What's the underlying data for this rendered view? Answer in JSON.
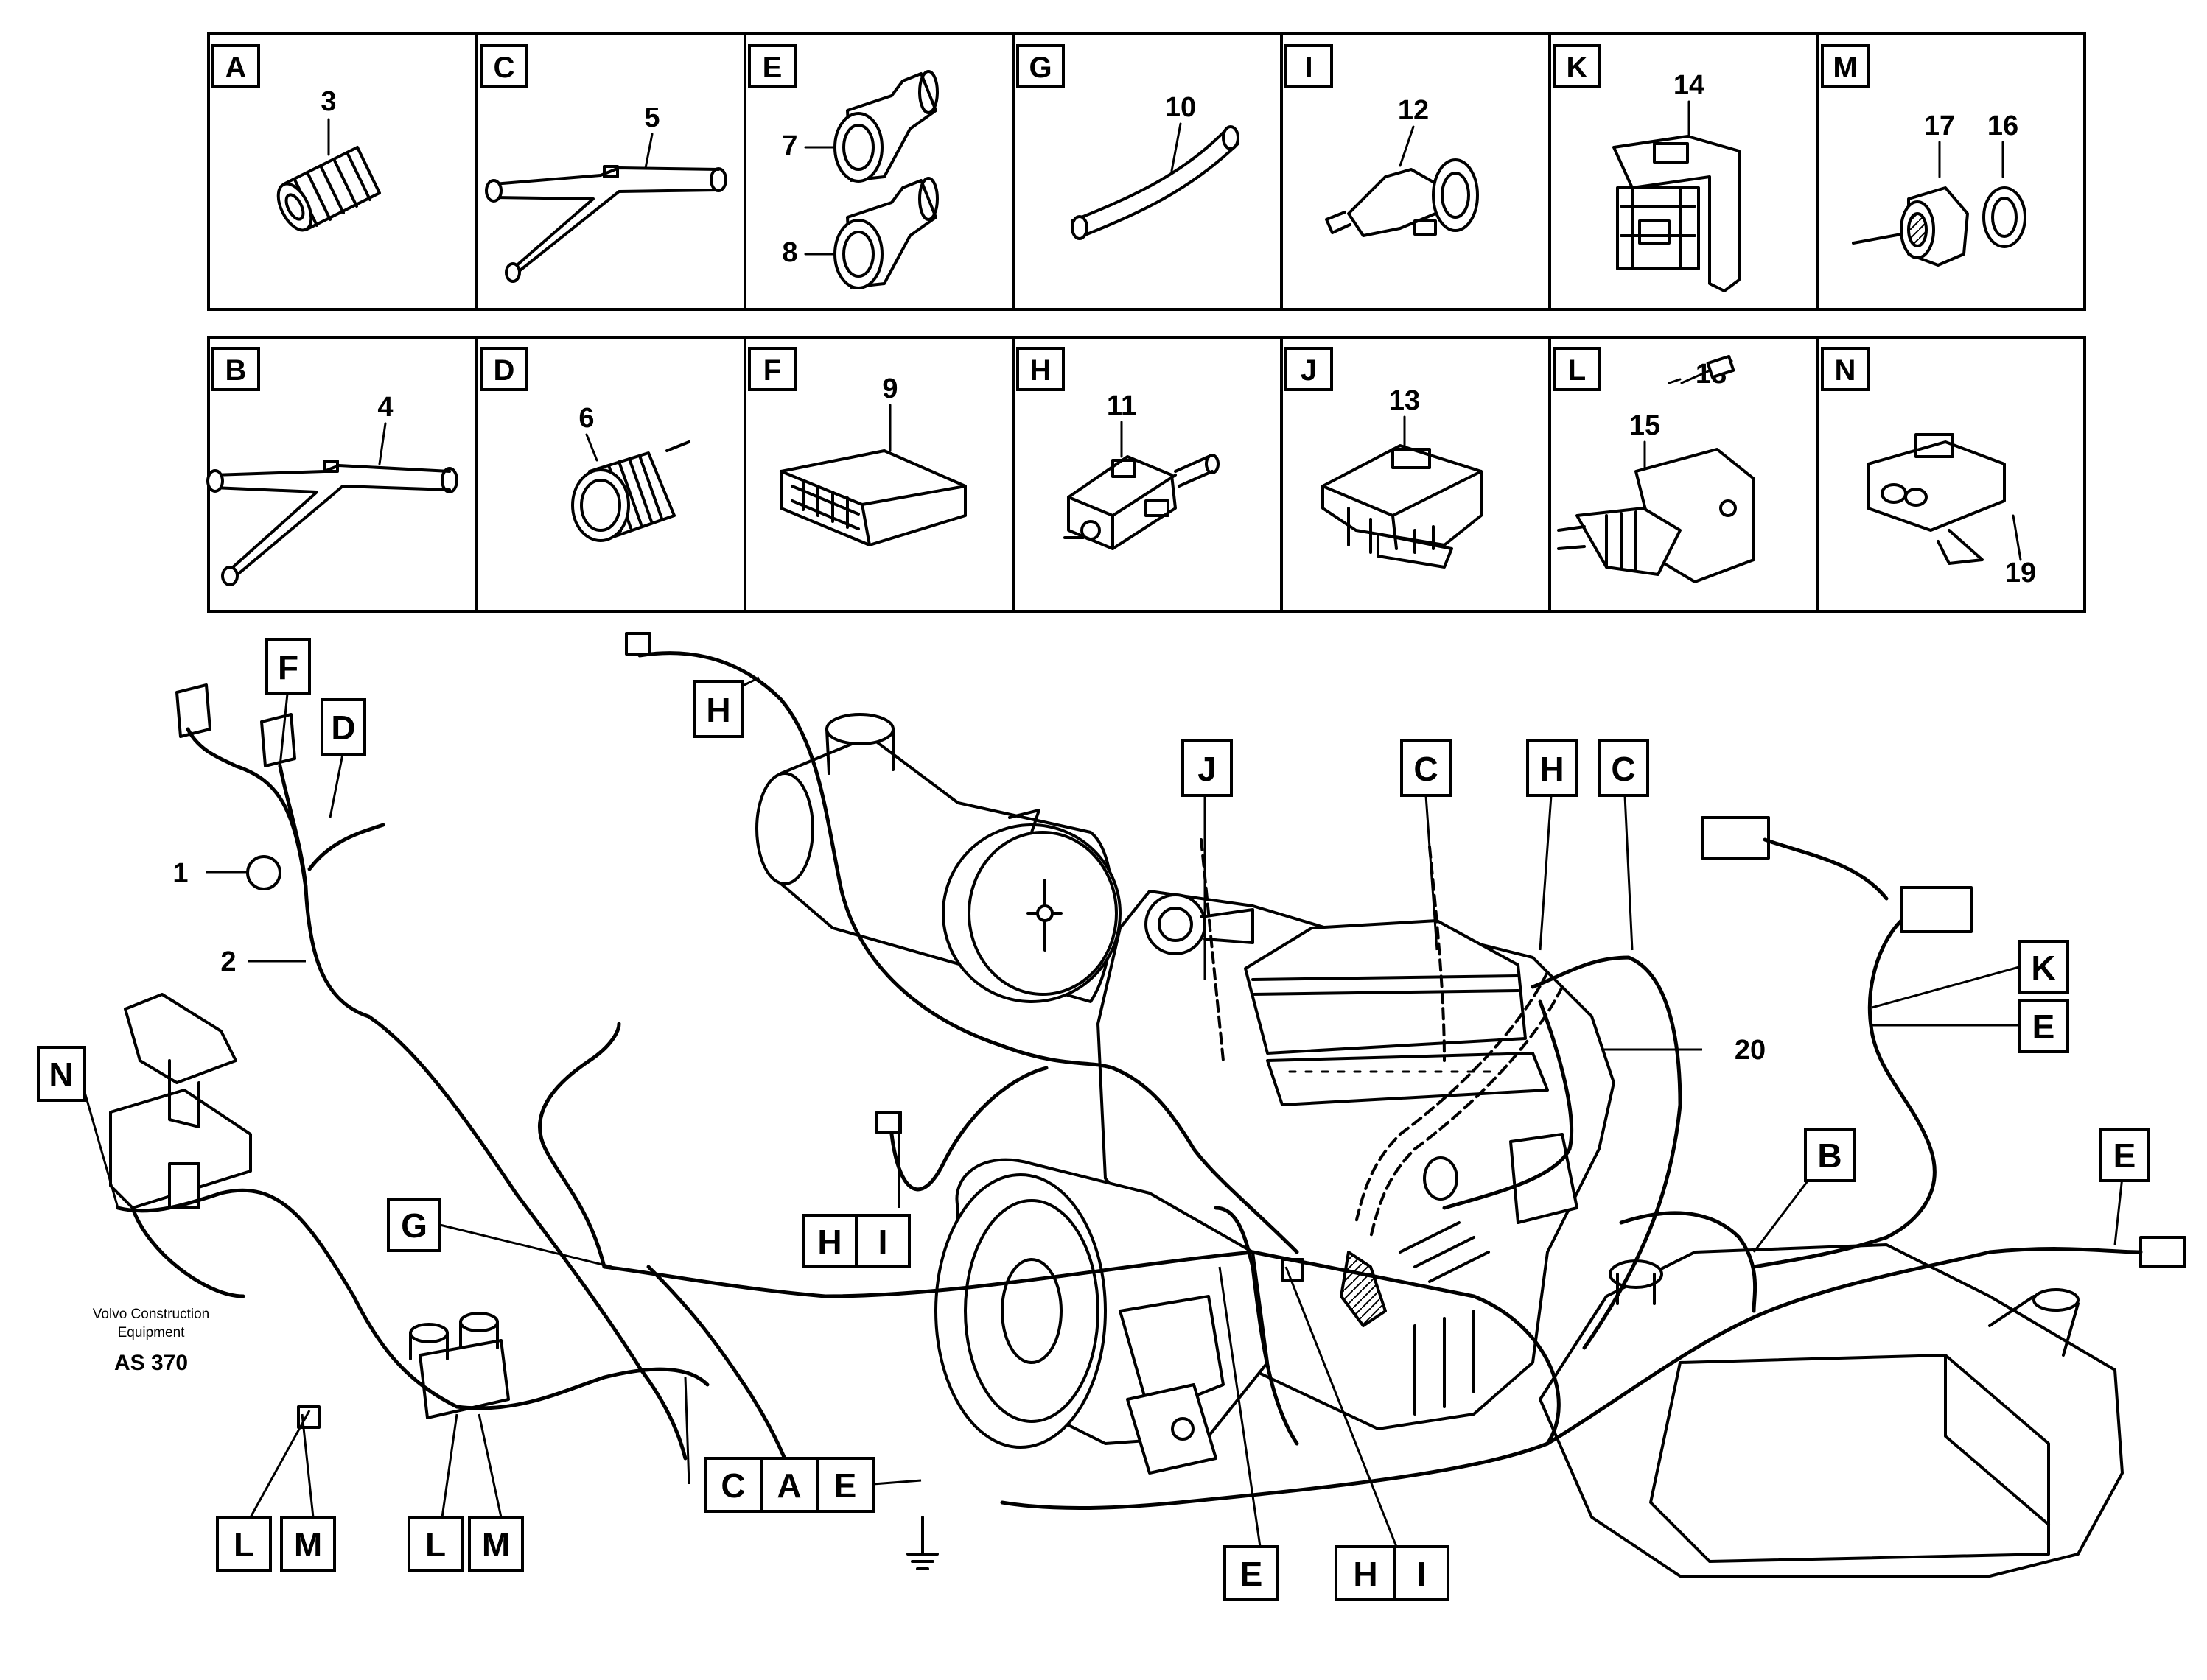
{
  "detail_panels": {
    "top_row": [
      {
        "letter": "A",
        "numbers": [
          "3"
        ]
      },
      {
        "letter": "C",
        "numbers": [
          "5"
        ]
      },
      {
        "letter": "E",
        "numbers": [
          "7",
          "8"
        ]
      },
      {
        "letter": "G",
        "numbers": [
          "10"
        ]
      },
      {
        "letter": "I",
        "numbers": [
          "12"
        ]
      },
      {
        "letter": "K",
        "numbers": [
          "14"
        ]
      },
      {
        "letter": "M",
        "numbers": [
          "17",
          "16"
        ]
      }
    ],
    "bottom_row": [
      {
        "letter": "B",
        "numbers": [
          "4"
        ]
      },
      {
        "letter": "D",
        "numbers": [
          "6"
        ]
      },
      {
        "letter": "F",
        "numbers": [
          "9"
        ]
      },
      {
        "letter": "H",
        "numbers": [
          "11"
        ]
      },
      {
        "letter": "J",
        "numbers": [
          "13"
        ]
      },
      {
        "letter": "L",
        "numbers": [
          "18",
          "15"
        ]
      },
      {
        "letter": "N",
        "numbers": [
          "19"
        ]
      }
    ]
  },
  "callouts": {
    "F": "F",
    "D": "D",
    "H_top": "H",
    "J": "J",
    "C_mid": "C",
    "H_right": "H",
    "C_right": "C",
    "N": "N",
    "G": "G",
    "K": "K",
    "E_right1": "E",
    "B": "B",
    "E_right2": "E",
    "H_hi": "H",
    "I_hi": "I",
    "L1": "L",
    "M1": "M",
    "L2": "L",
    "M2": "M",
    "C_cae": "C",
    "A_cae": "A",
    "E_cae": "E",
    "E_bottom": "E",
    "H_bottom": "H",
    "I_bottom": "I"
  },
  "part_numbers": {
    "n1": "1",
    "n2": "2",
    "n20": "20"
  },
  "caption": {
    "line1": "Volvo Construction",
    "line2": "Equipment",
    "code": "AS 370"
  }
}
